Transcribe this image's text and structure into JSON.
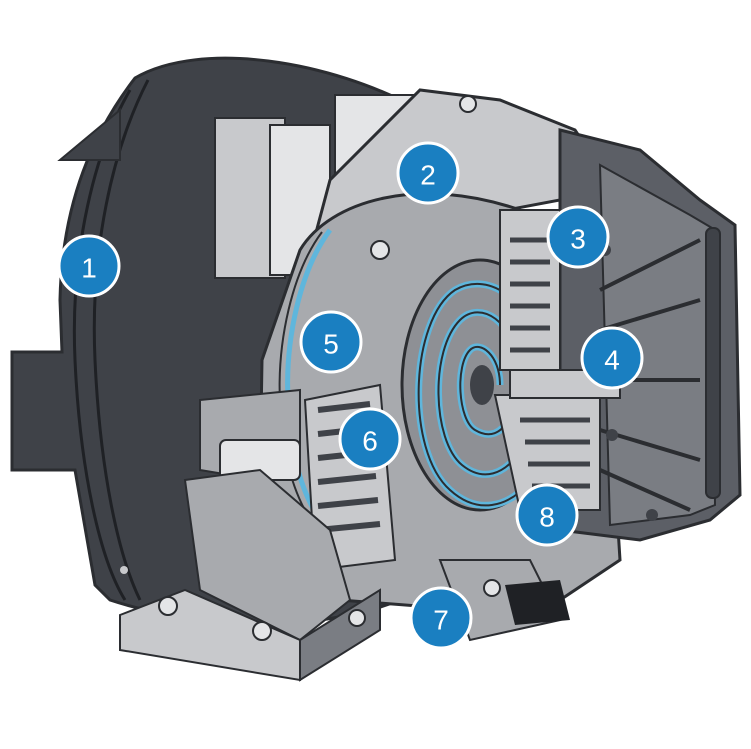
{
  "colors": {
    "callout": "#1a7fc1",
    "body_dark": "#3f4248",
    "metal_light": "#c8c9cc",
    "metal_mid": "#9a9ca1",
    "metal_dark": "#5c5f66",
    "spiral_blue": "#5fb6dc",
    "outline": "#2b2d31"
  },
  "callouts": [
    {
      "label": "1",
      "part_icon": "fan-shroud"
    },
    {
      "label": "2",
      "part_icon": "housing-flange"
    },
    {
      "label": "3",
      "part_icon": "cooling-fins"
    },
    {
      "label": "4",
      "part_icon": "end-cover"
    },
    {
      "label": "5",
      "part_icon": "seal-ring"
    },
    {
      "label": "6",
      "part_icon": "inlet-fins"
    },
    {
      "label": "7",
      "part_icon": "mounting-bolt"
    },
    {
      "label": "8",
      "part_icon": "orbiting-scroll"
    }
  ]
}
